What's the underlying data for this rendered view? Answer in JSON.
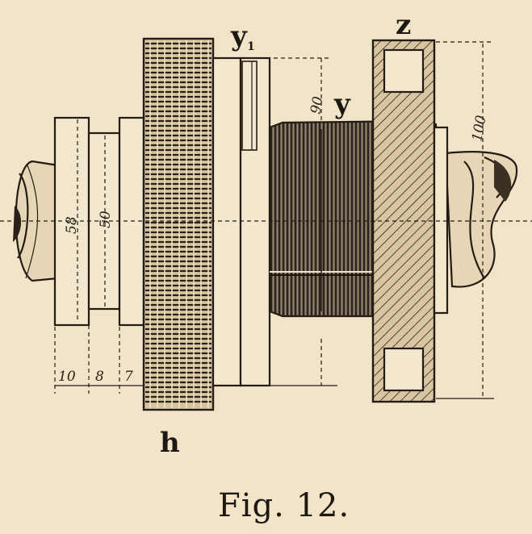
{
  "figure": {
    "caption": "Fig. 12.",
    "labels": {
      "h": "h",
      "y": "y",
      "y1_main": "y",
      "y1_sub": "1",
      "z": "z"
    },
    "dimensions": {
      "dia_58": "58",
      "dia_50": "50",
      "dia_90": "90",
      "dia_100": "100",
      "w_10": "10",
      "w_8": "8",
      "w_7": "7"
    }
  }
}
